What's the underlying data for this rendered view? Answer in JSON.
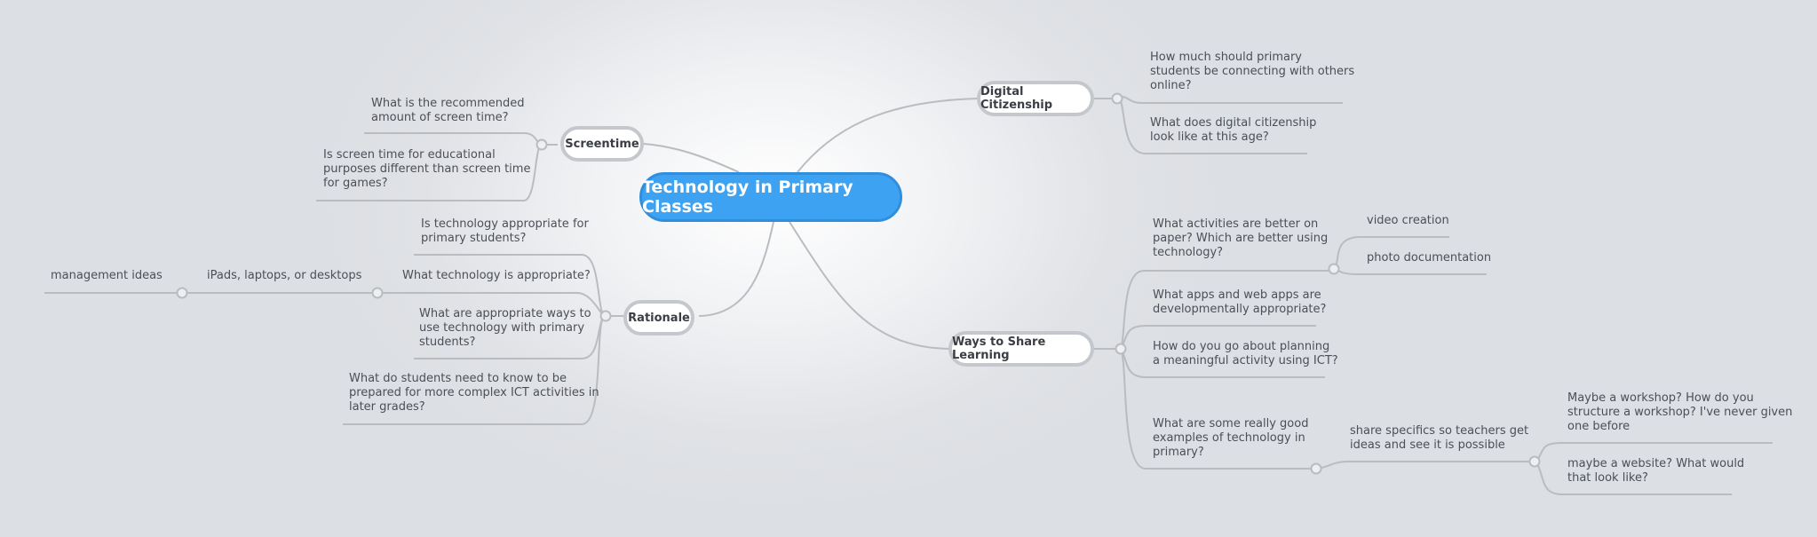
{
  "central": {
    "label": "Technology in Primary Classes"
  },
  "topics": {
    "screentime": {
      "label": "Screentime",
      "children": [
        "What is the recommended\namount of screen time?",
        "Is screen time for educational\npurposes different than screen time\nfor games?"
      ]
    },
    "rationale": {
      "label": "Rationale",
      "children": [
        "Is technology appropriate for\nprimary students?",
        "What technology is appropriate?",
        "What are appropriate ways to\nuse technology with primary\nstudents?",
        "What do students need to know to be\nprepared for more complex ICT activities in\nlater grades?"
      ],
      "sub": {
        "devices": "iPads, laptops, or desktops",
        "management": "management ideas"
      }
    },
    "digital_citizenship": {
      "label": "Digital Citizenship",
      "children": [
        "How much should primary\nstudents be connecting with others\nonline?",
        "What does digital citizenship\nlook like at this age?"
      ]
    },
    "ways_to_share": {
      "label": "Ways to Share Learning",
      "children": [
        "What activities are better on\npaper? Which are better using\ntechnology?",
        "What apps and web apps are\ndevelopmentally appropriate?",
        "How do you go about planning\na meaningful activity using ICT?",
        "What are some really good\nexamples of technology in\nprimary?"
      ],
      "sub": {
        "video": "video creation",
        "photo": "photo documentation",
        "specifics": "share specifics so teachers get\nideas and see it is possible",
        "workshop": "Maybe a workshop? How do you\nstructure a workshop? I've never given\none before",
        "website": "maybe a website? What would\nthat look like?"
      }
    }
  },
  "colors": {
    "central_fill": "#3ea2f3",
    "line": "#b9bcc1",
    "topic_border": "#c4c7cc",
    "text": "#4b4f57"
  }
}
